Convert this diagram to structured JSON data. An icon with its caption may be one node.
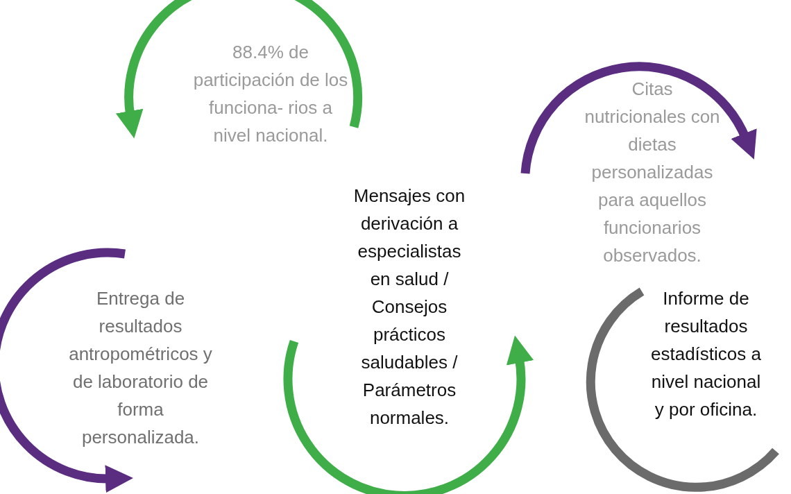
{
  "diagram": {
    "nodes": [
      {
        "text": [
          "88.4% de participación de los funciona- rios a nivel nacional."
        ]
      },
      {
        "text": [
          "Citas nutricionales con dietas personalizadas para aquellos funcionarios observados."
        ]
      },
      {
        "text": [
          "Mensajes con derivación a especialistas en salud / Consejos prácticos saludables / Parámetros normales."
        ]
      },
      {
        "text": [
          "Entrega de resultados antropométricos y de laboratorio de forma personalizada."
        ]
      },
      {
        "text": [
          "Informe de resultados estadísticos a nivel nacional y por oficina."
        ]
      }
    ]
  }
}
